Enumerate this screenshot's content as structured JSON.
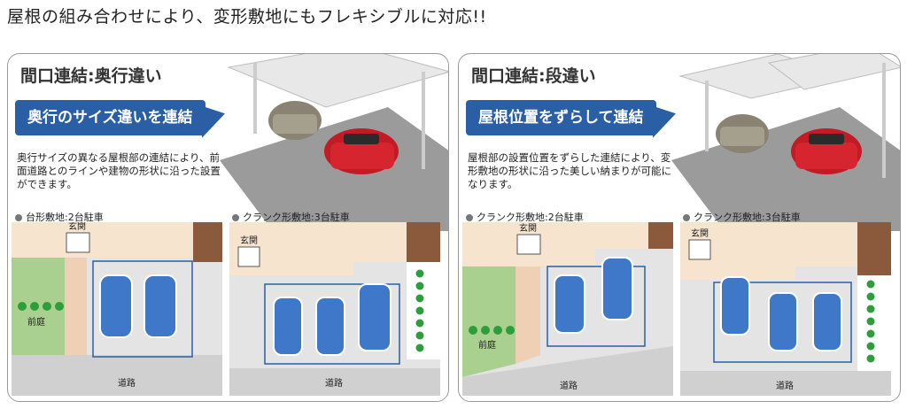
{
  "headline": "屋根の組み合わせにより、変形敷地にもフレキシブルに対応!!",
  "panels": [
    {
      "title": "間口連結:奥行違い",
      "banner": "奥行のサイズ違いを連結",
      "description": "奥行サイズの異なる屋根部の連結により、前面道路とのラインや建物の形状に沿った設置ができます。",
      "diagrams": [
        {
          "label": "台形敷地:2台駐車",
          "entrance": "玄関",
          "garden": "前庭",
          "road": "道路"
        },
        {
          "label": "クランク形敷地:3台駐車",
          "entrance": "玄関",
          "road": "道路"
        }
      ]
    },
    {
      "title": "間口連結:段違い",
      "banner": "屋根位置をずらして連結",
      "description": "屋根部の設置位置をずらした連結により、変形敷地の形状に沿った美しい納まりが可能になります。",
      "diagrams": [
        {
          "label": "クランク形敷地:2台駐車",
          "entrance": "玄関",
          "garden": "前庭",
          "road": "道路"
        },
        {
          "label": "クランク形敷地:3台駐車",
          "entrance": "玄関",
          "road": "道路"
        }
      ]
    }
  ],
  "colors": {
    "accent_blue": "#2a5fa6",
    "car_blue": "#3f78c8",
    "garden_green": "#a9d08e",
    "shrub_green": "#2e9e3c",
    "house_beige": "#f6e4cf",
    "road_gray": "#dcdcdc"
  }
}
